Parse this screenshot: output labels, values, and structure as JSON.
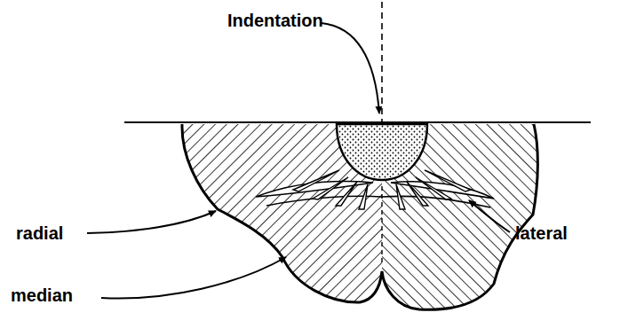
{
  "diagram": {
    "labels": [
      "Indentation",
      "radial",
      "lateral",
      "median"
    ]
  }
}
